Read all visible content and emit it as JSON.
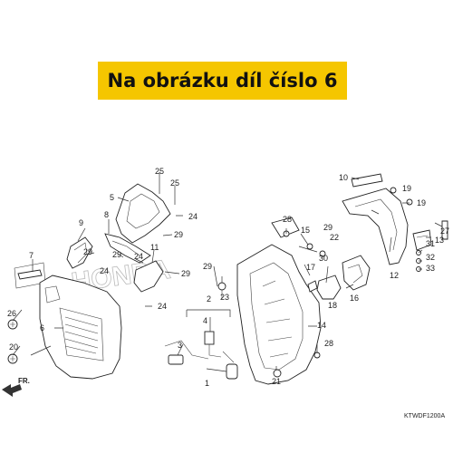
{
  "banner": {
    "text": "Na obrázku díl číslo 6"
  },
  "watermark": {
    "text": "HONDA"
  },
  "diagram_code": "KTWDF1200A",
  "front_label": "FR.",
  "callouts": {
    "c1": "1",
    "c2": "2",
    "c3": "3",
    "c4": "4",
    "c5": "5",
    "c6": "6",
    "c7": "7",
    "c8": "8",
    "c9": "9",
    "c10": "10",
    "c11": "11",
    "c12": "12",
    "c13": "13",
    "c14": "14",
    "c15": "15",
    "c16": "16",
    "c17": "17",
    "c18": "18",
    "c19a": "19",
    "c19b": "19",
    "c20": "20",
    "c21": "21",
    "c22": "22",
    "c23": "23",
    "c24a": "24",
    "c24b": "24",
    "c24c": "24",
    "c24d": "24",
    "c25a": "25",
    "c25b": "25",
    "c26": "26",
    "c27": "27",
    "c28a": "28",
    "c28b": "28",
    "c29a": "29",
    "c29b": "29",
    "c29c": "29",
    "c29d": "29",
    "c29e": "29",
    "c29f": "29",
    "c30": "30",
    "c31": "31",
    "c32": "32",
    "c33": "33"
  }
}
